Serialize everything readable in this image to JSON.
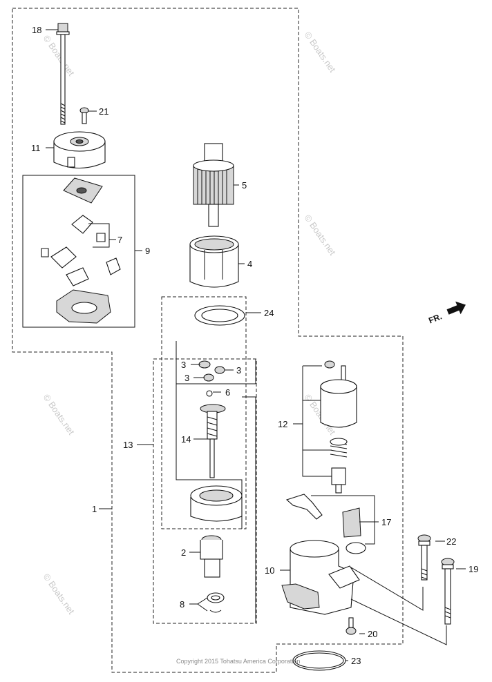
{
  "callouts": {
    "c1": "1",
    "c2": "2",
    "c3a": "3",
    "c3b": "3",
    "c3c": "3",
    "c4": "4",
    "c5": "5",
    "c6": "6",
    "c7": "7",
    "c8": "8",
    "c9": "9",
    "c10": "10",
    "c11": "11",
    "c12": "12",
    "c13": "13",
    "c14": "14",
    "c17": "17",
    "c18": "18",
    "c19": "19",
    "c20": "20",
    "c21": "21",
    "c22": "22",
    "c23": "23",
    "c24": "24"
  },
  "direction_label": "FR.",
  "copyright": "Copyright 2015 Tohatsu America Corporation",
  "watermark": "© Boats.net"
}
